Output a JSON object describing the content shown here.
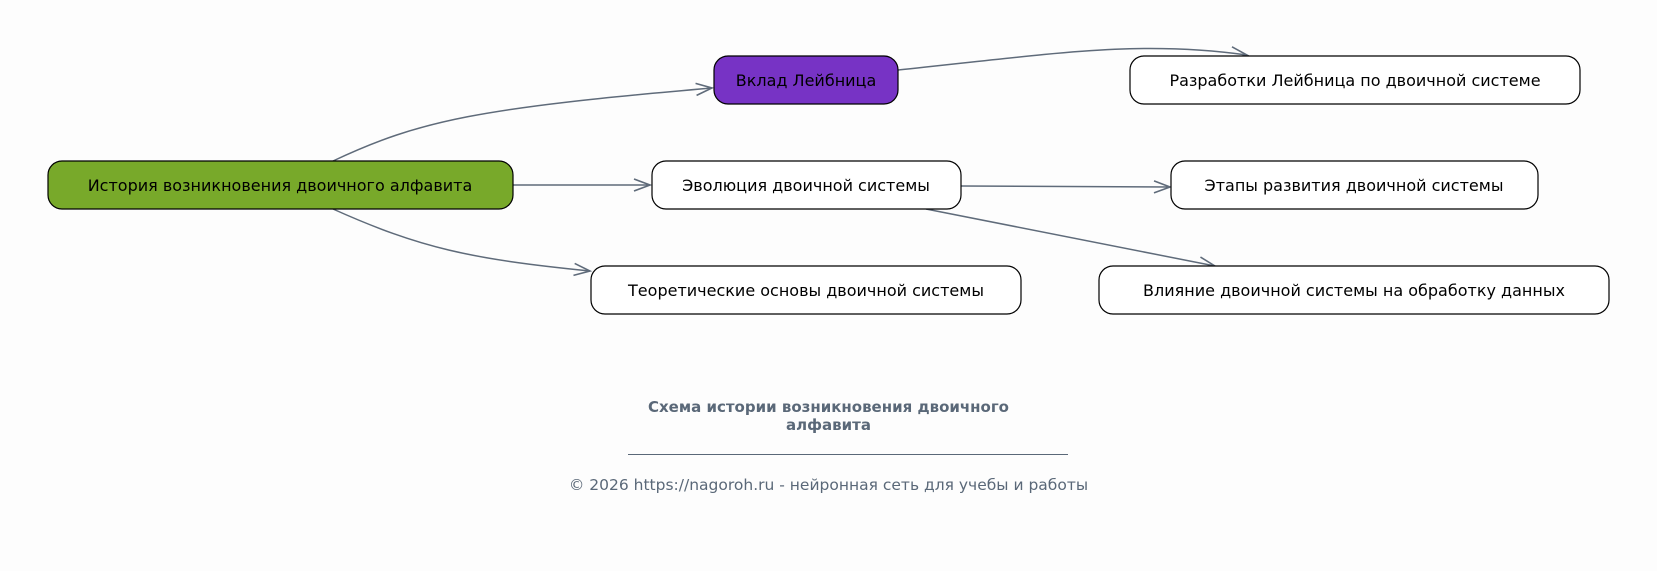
{
  "diagram": {
    "nodes": {
      "root": {
        "label": "История возникновения двоичного алфавита",
        "color": "#78a92a"
      },
      "leibniz": {
        "label": "Вклад Лейбница",
        "color": "#7733c5"
      },
      "evolution": {
        "label": "Эволюция двоичной системы",
        "color": "#ffffff"
      },
      "theory": {
        "label": "Теоретические основы двоичной системы",
        "color": "#ffffff"
      },
      "leibniz_work": {
        "label": "Разработки Лейбница по двоичной системе",
        "color": "#ffffff"
      },
      "stages": {
        "label": "Этапы развития двоичной системы",
        "color": "#ffffff"
      },
      "influence": {
        "label": "Влияние двоичной системы на обработку данных",
        "color": "#ffffff"
      }
    },
    "edges": [
      [
        "root",
        "leibniz"
      ],
      [
        "root",
        "evolution"
      ],
      [
        "root",
        "theory"
      ],
      [
        "leibniz",
        "leibniz_work"
      ],
      [
        "evolution",
        "stages"
      ],
      [
        "evolution",
        "influence"
      ]
    ],
    "edge_color": "#5f6b7a"
  },
  "caption": {
    "title": "Схема истории возникновения двоичного алфавита",
    "footer": "© 2026 https://nagoroh.ru - нейронная сеть для учебы и работы"
  }
}
